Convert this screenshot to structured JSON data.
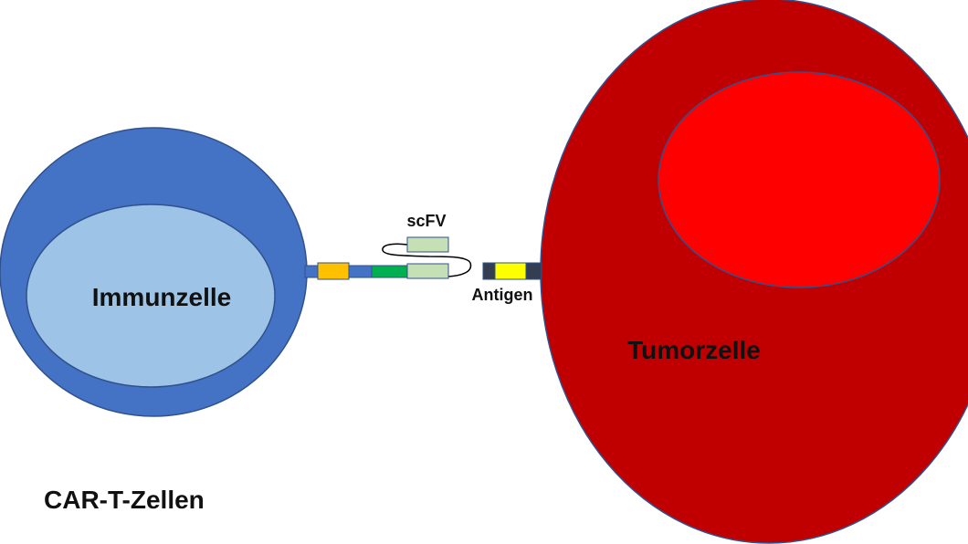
{
  "labels": {
    "immune_cell": "Immunzelle",
    "tumor_cell": "Tumorzelle",
    "scfv": "scFV",
    "antigen": "Antigen",
    "caption": "CAR-T-Zellen"
  },
  "colors": {
    "immune_outer": "#4472C4",
    "immune_inner": "#9DC3E6",
    "immune_outline": "#2F528F",
    "tumor_outer": "#C00000",
    "tumor_inner": "#FF0000",
    "tumor_outline": "#2F528F",
    "receptor_stalk": "#4472C4",
    "costim_domain": "#FFC000",
    "signal_domain": "#00B050",
    "scfv_domain": "#C5E0B4",
    "antigen_core": "#FFFF00",
    "antigen_cap": "#333F50",
    "linker": "#000000"
  }
}
